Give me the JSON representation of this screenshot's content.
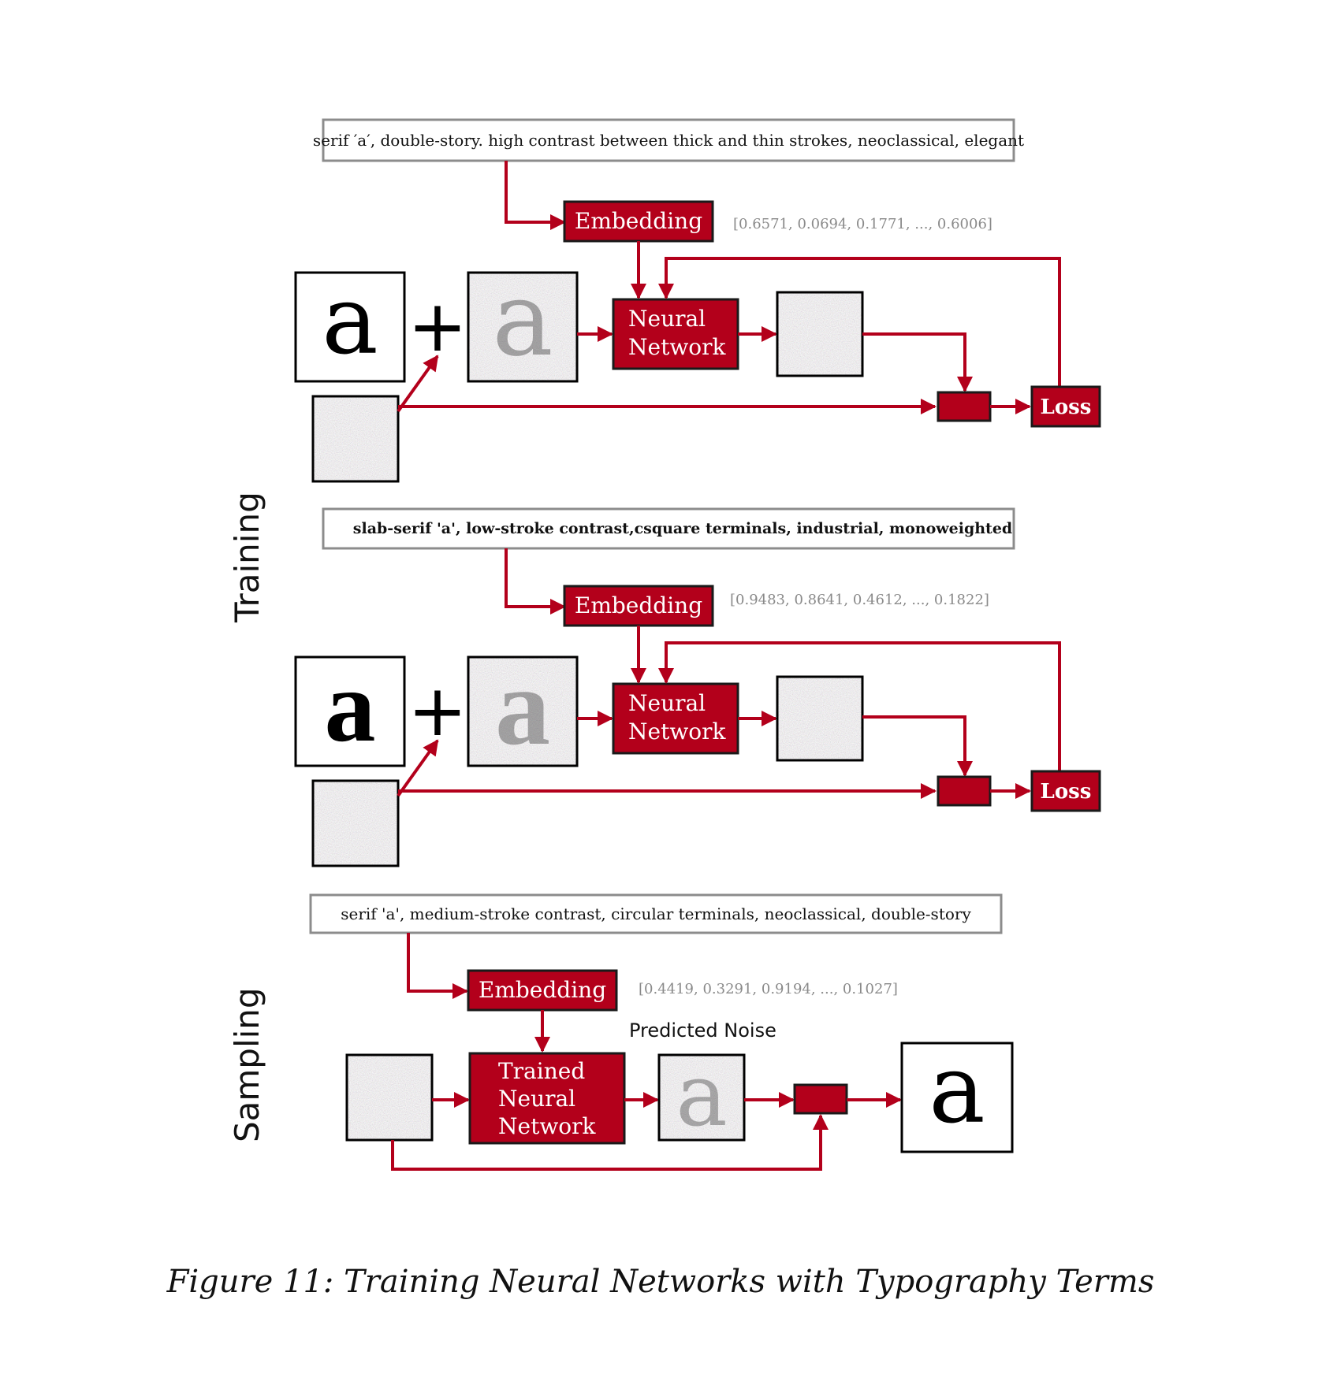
{
  "colors": {
    "accent": "#b3001b",
    "prompt_border": "#8c8c8c"
  },
  "phases": {
    "training": "Training",
    "sampling": "Sampling"
  },
  "rows": [
    {
      "prompt": "serif ′a′, double-story. high contrast between thick and thin strokes, neoclassical, elegant",
      "embedding_label": "Embedding",
      "vector": "[0.6571, 0.0694, 0.1771, ..., 0.6006]",
      "network_label_1": "Neural",
      "network_label_2": "Network",
      "loss_label": "Loss",
      "glyph": "a"
    },
    {
      "prompt": "slab-serif 'a', low-stroke contrast,csquare terminals, industrial, monoweighted",
      "embedding_label": "Embedding",
      "vector": "[0.9483, 0.8641, 0.4612, ..., 0.1822]",
      "network_label_1": "Neural",
      "network_label_2": "Network",
      "loss_label": "Loss",
      "glyph": "a"
    }
  ],
  "sampling": {
    "prompt": "serif 'a', medium-stroke contrast, circular terminals, neoclassical, double-story",
    "embedding_label": "Embedding",
    "vector": "[0.4419, 0.3291, 0.9194, ..., 0.1027]",
    "network_label_1": "Trained",
    "network_label_2": "Neural",
    "network_label_3": "Network",
    "predicted_noise_label": "Predicted Noise",
    "glyph": "a"
  },
  "caption": "Figure 11: Training Neural Networks with Typography Terms"
}
